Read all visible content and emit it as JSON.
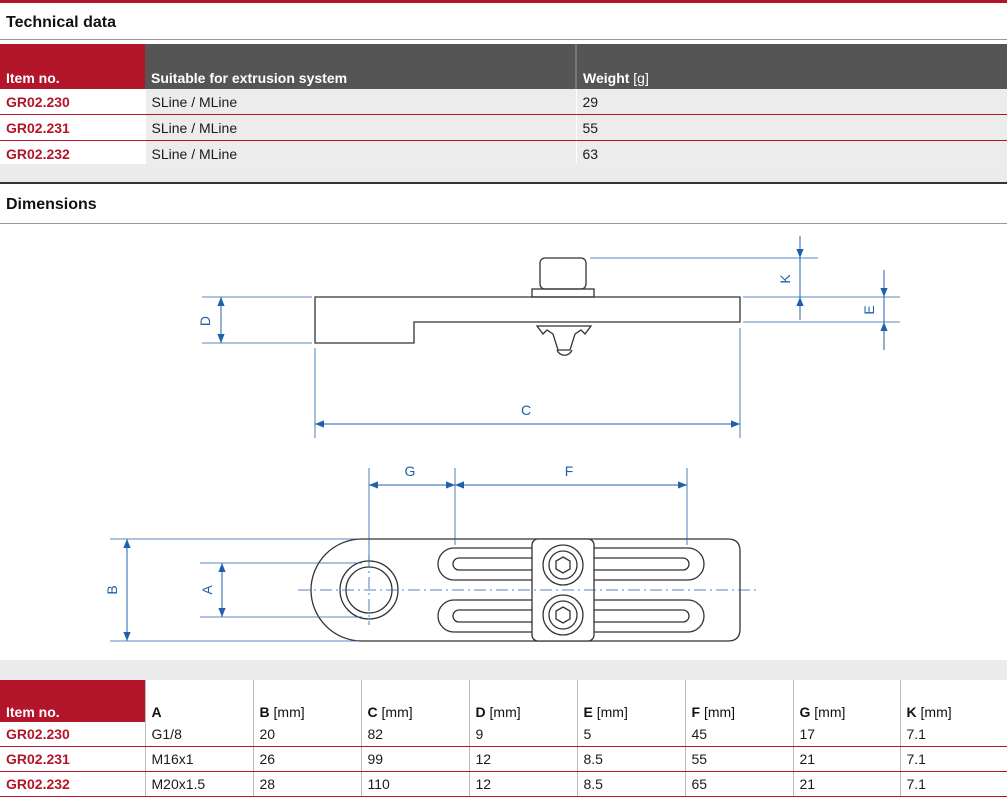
{
  "technical_data": {
    "title": "Technical data",
    "headers": {
      "item_no": "Item no.",
      "system": "Suitable for extrusion system",
      "weight": "Weight",
      "weight_unit": "[g]"
    },
    "rows": [
      {
        "item": "GR02.230",
        "system": "SLine / MLine",
        "weight": "29"
      },
      {
        "item": "GR02.231",
        "system": "SLine / MLine",
        "weight": "55"
      },
      {
        "item": "GR02.232",
        "system": "SLine / MLine",
        "weight": "63"
      }
    ]
  },
  "dimensions": {
    "title": "Dimensions",
    "labels": {
      "A": "A",
      "B": "B",
      "C": "C",
      "D": "D",
      "E": "E",
      "F": "F",
      "G": "G",
      "K": "K"
    },
    "colors": {
      "dimension_blue": "#1f5fae",
      "drawing_line": "#333333"
    }
  },
  "dimension_table": {
    "headers": [
      {
        "name": "Item no.",
        "unit": ""
      },
      {
        "name": "A",
        "unit": ""
      },
      {
        "name": "B",
        "unit": "[mm]"
      },
      {
        "name": "C",
        "unit": "[mm]"
      },
      {
        "name": "D",
        "unit": "[mm]"
      },
      {
        "name": "E",
        "unit": "[mm]"
      },
      {
        "name": "F",
        "unit": "[mm]"
      },
      {
        "name": "G",
        "unit": "[mm]"
      },
      {
        "name": "K",
        "unit": "[mm]"
      }
    ],
    "rows": [
      [
        "GR02.230",
        "G1/8",
        "20",
        "82",
        "9",
        "5",
        "45",
        "17",
        "7.1"
      ],
      [
        "GR02.231",
        "M16x1",
        "26",
        "99",
        "12",
        "8.5",
        "55",
        "21",
        "7.1"
      ],
      [
        "GR02.232",
        "M20x1.5",
        "28",
        "110",
        "12",
        "8.5",
        "65",
        "21",
        "7.1"
      ]
    ]
  },
  "brand_colors": {
    "accent_red": "#b3152b",
    "header_gray": "#555555"
  }
}
